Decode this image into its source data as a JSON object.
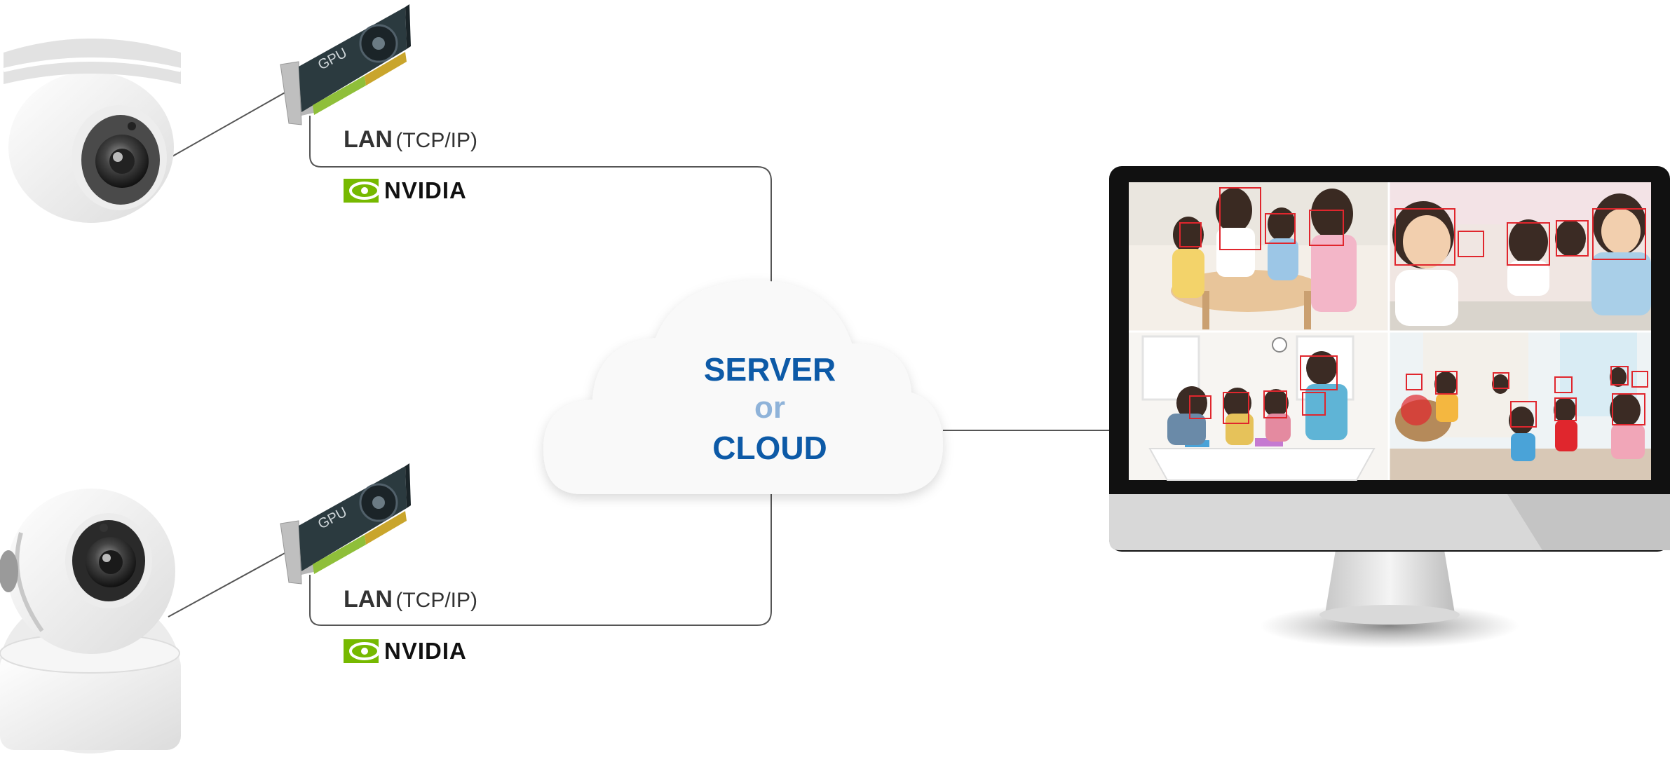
{
  "links": [
    {
      "protocol_main": "LAN",
      "protocol_sub": "(TCP/IP)",
      "vendor": "NVIDIA",
      "gpu_label": "GPU"
    },
    {
      "protocol_main": "LAN",
      "protocol_sub": "(TCP/IP)",
      "vendor": "NVIDIA",
      "gpu_label": "GPU"
    }
  ],
  "cloud": {
    "line1": "SERVER",
    "line2": "or",
    "line3": "CLOUD"
  },
  "colors": {
    "primary_blue": "#0d5aa7",
    "light_blue": "#8fb3d9",
    "nvidia_green": "#76b900",
    "detection_red": "#e0262d",
    "line_gray": "#555555"
  }
}
